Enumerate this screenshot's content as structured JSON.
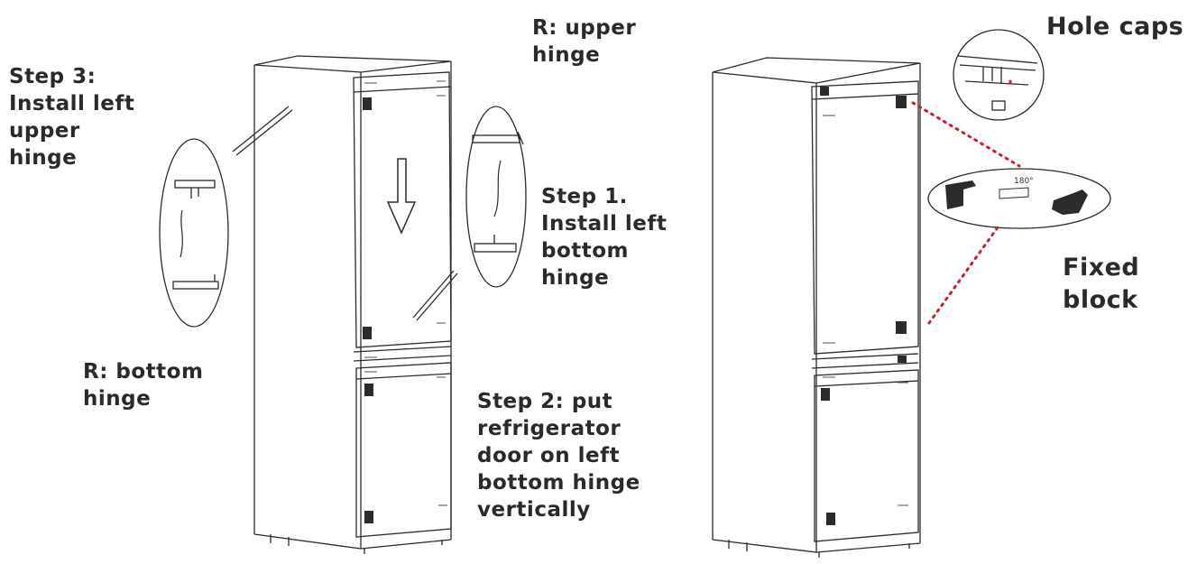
{
  "labels": {
    "step3": "Step 3:\nInstall left\nupper\nhinge",
    "r_upper": "R: upper\nhinge",
    "step1": "Step 1.\nInstall left\nbottom\nhinge",
    "r_bottom": "R: bottom\nhinge",
    "step2": "Step 2: put\nrefrigerator\ndoor on left\nbottom hinge\nvertically",
    "hole_caps": "Hole caps",
    "fixed_block": "Fixed\nblock",
    "angle_mark": "180°"
  },
  "colors": {
    "line": "#2b2b2b",
    "leader": "#d11a2a",
    "text": "#2a2a2a"
  },
  "icons": [
    "down-arrow-icon",
    "hinge-icon",
    "fixed-block-icon"
  ]
}
